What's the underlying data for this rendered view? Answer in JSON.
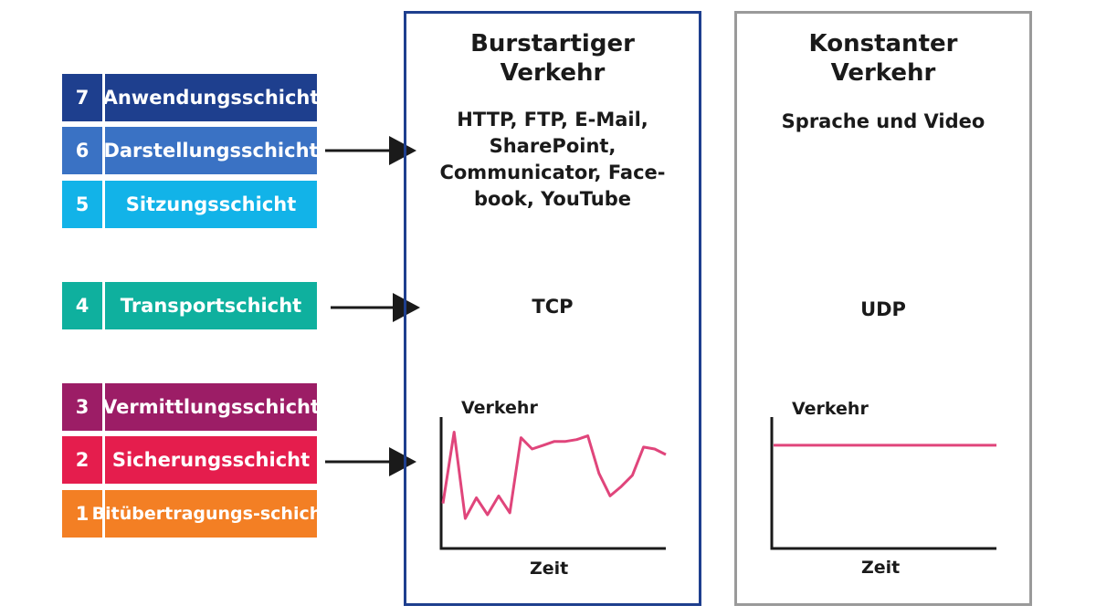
{
  "layers": [
    {
      "num": "7",
      "name": "Anwendungsschicht",
      "color": "#1e3f8e"
    },
    {
      "num": "6",
      "name": "Darstellungsschicht",
      "color": "#3a72c4"
    },
    {
      "num": "5",
      "name": "Sitzungsschicht",
      "color": "#12b3e8"
    },
    {
      "num": "4",
      "name": "Transportschicht",
      "color": "#0fb09e"
    },
    {
      "num": "3",
      "name": "Vermittlungsschicht",
      "color": "#9c1d66"
    },
    {
      "num": "2",
      "name": "Sicherungsschicht",
      "color": "#e51d4d"
    },
    {
      "num": "1",
      "name_lines": [
        "Bitübertragungs-",
        "schicht"
      ],
      "color": "#f37f24"
    }
  ],
  "panels": {
    "bursty": {
      "title_lines": [
        "Burstartiger",
        "Verkehr"
      ],
      "apps_lines": [
        "HTTP, FTP, E-Mail,",
        "SharePoint,",
        "Communicator, Face-",
        "book, YouTube"
      ],
      "protocol": "TCP",
      "chart_ylabel": "Verkehr",
      "chart_xlabel": "Zeit",
      "border_color": "#1e3f8e"
    },
    "constant": {
      "title_lines": [
        "Konstanter",
        "Verkehr"
      ],
      "apps": "Sprache und Video",
      "protocol": "UDP",
      "chart_ylabel": "Verkehr",
      "chart_xlabel": "Zeit",
      "border_color": "#9a9a9a"
    }
  },
  "chart_data": [
    {
      "type": "line",
      "series": [
        {
          "color": "#e0457b",
          "values": [
            2.4,
            6.2,
            1.6,
            2.7,
            1.8,
            2.8,
            1.9,
            5.9,
            5.3,
            5.5,
            5.7,
            5.7,
            5.8,
            6.0,
            4.0,
            2.8,
            3.3,
            3.9,
            5.4,
            5.3,
            5.0
          ]
        }
      ]
    },
    {
      "type": "line",
      "series": [
        {
          "color": "#e0457b",
          "values": [
            5.5,
            5.5
          ]
        }
      ]
    }
  ]
}
